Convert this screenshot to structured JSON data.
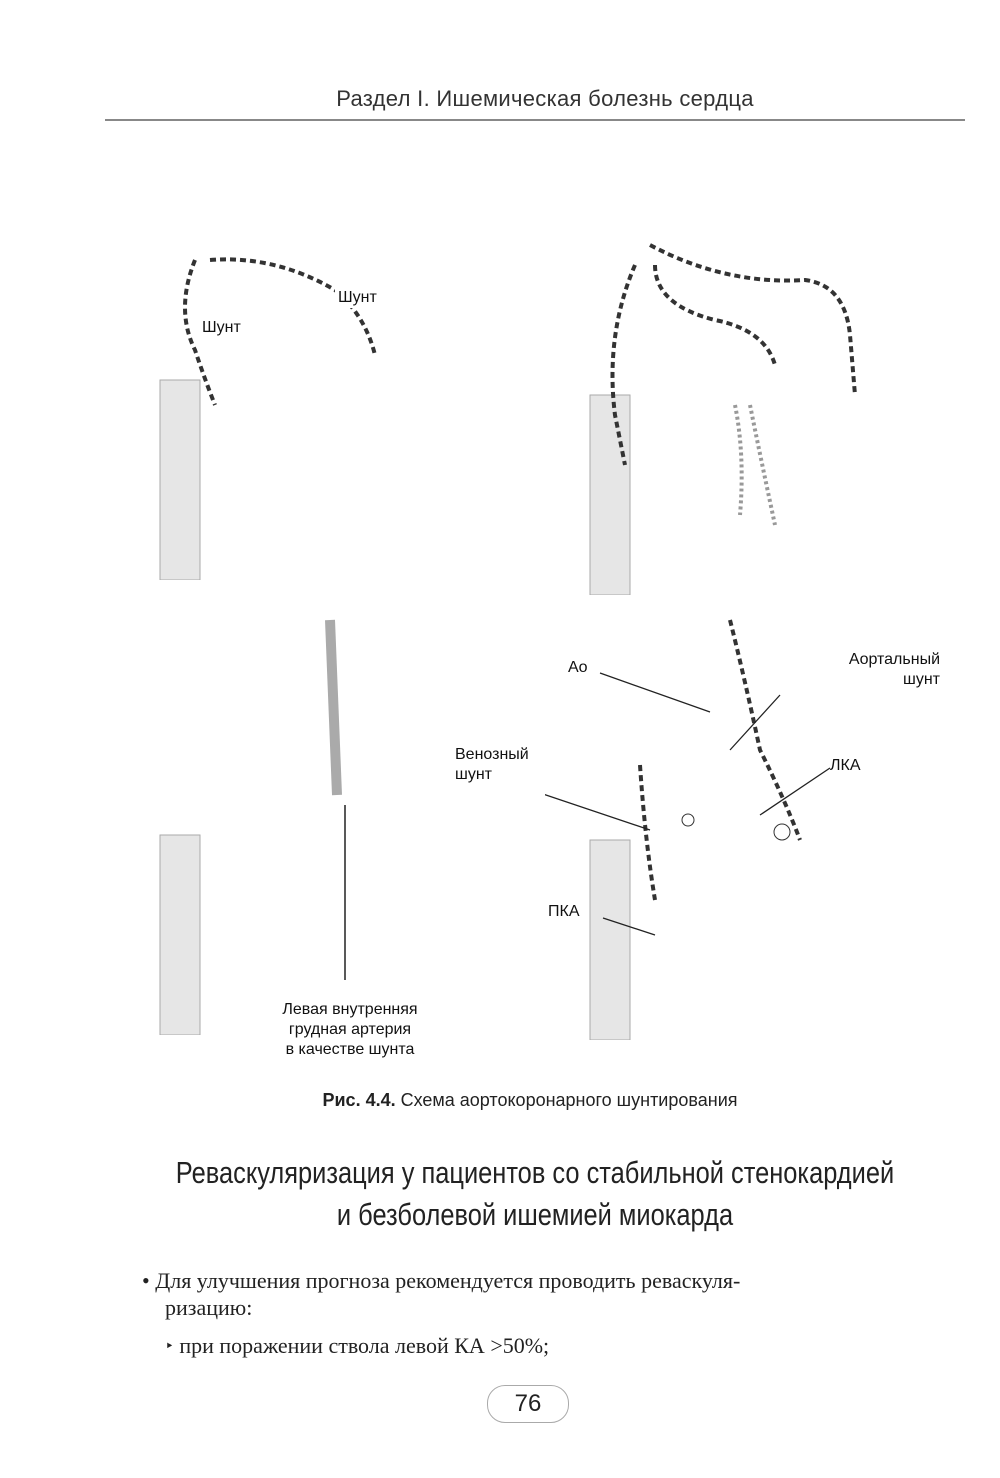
{
  "header": {
    "running_title": "Раздел I. Ишемическая болезнь сердца"
  },
  "figure": {
    "panel1": {
      "labels": [
        "Шунт",
        "Шунт"
      ]
    },
    "panel3": {
      "label_lines": [
        "Левая внутренняя",
        "грудная артерия",
        "в качестве шунта"
      ]
    },
    "panel4": {
      "ao": "Ао",
      "aortic_shunt": [
        "Аортальный",
        "шунт"
      ],
      "venous_shunt": [
        "Венозный",
        "шунт"
      ],
      "lka": "ЛКА",
      "pka": "ПКА"
    },
    "caption_number": "Рис. 4.4.",
    "caption_text": " Схема аортокоронарного шунтирования"
  },
  "section": {
    "heading_lines": [
      "Реваскуляризация у пациентов со стабильной стенокардией",
      "и безболевой ишемией миокарда"
    ]
  },
  "body": {
    "bullet1_line1": "Для улучшения прогноза рекомендуется проводить реваскуля-",
    "bullet1_line2": "ризацию:",
    "bullet_marker": "•",
    "sub_marker": "‣",
    "sub1": "при поражении ствола левой КА >50%;"
  },
  "page_number": "76"
}
